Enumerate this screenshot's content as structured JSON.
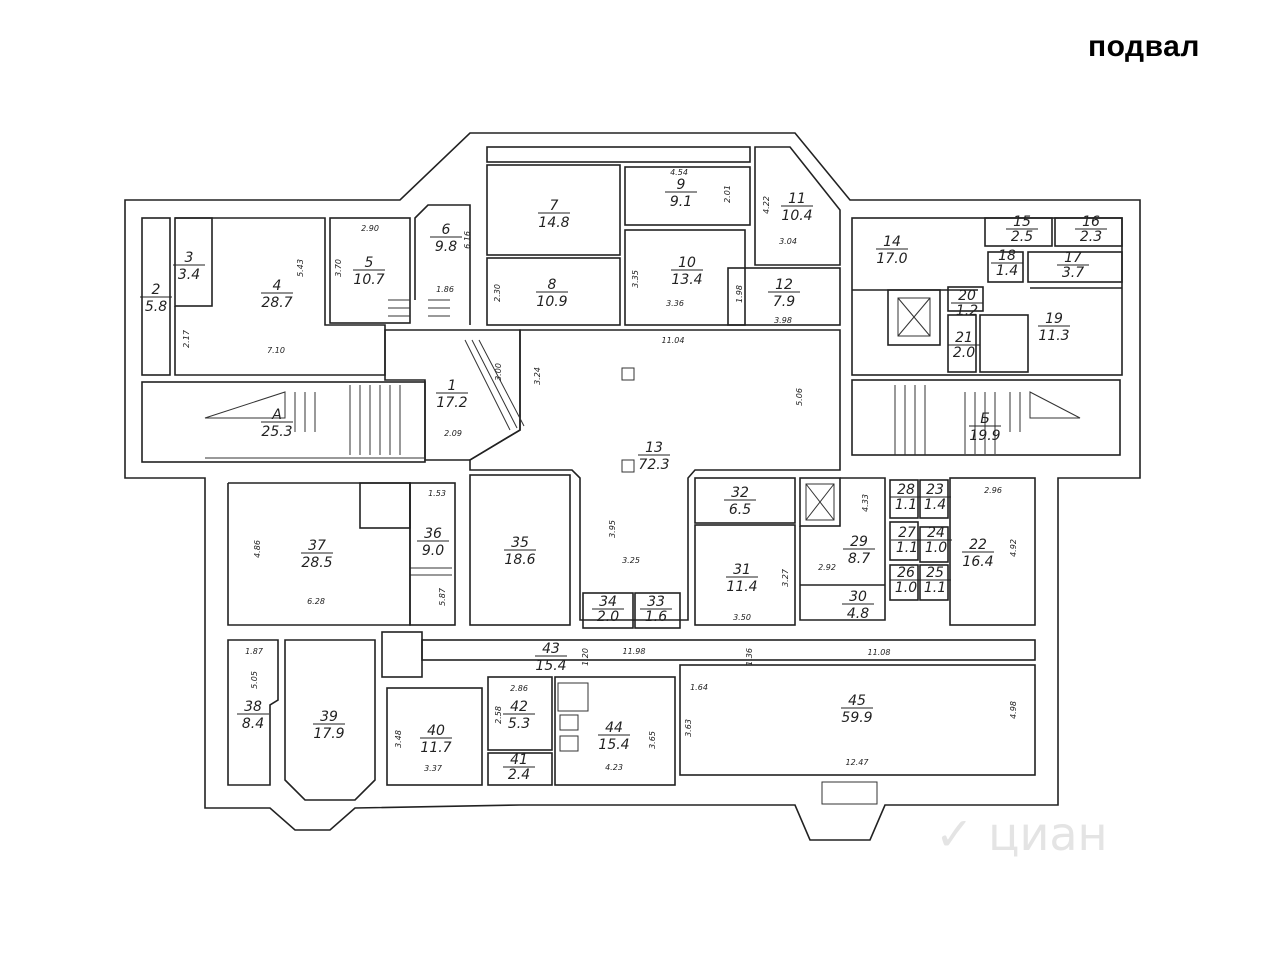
{
  "title": "подвал",
  "watermark": "циан",
  "rooms": [
    {
      "num": "1",
      "area": "17.2"
    },
    {
      "num": "2",
      "area": "5.8"
    },
    {
      "num": "3",
      "area": "3.4"
    },
    {
      "num": "4",
      "area": "28.7"
    },
    {
      "num": "5",
      "area": "10.7"
    },
    {
      "num": "6",
      "area": "9.8"
    },
    {
      "num": "7",
      "area": "14.8"
    },
    {
      "num": "8",
      "area": "10.9"
    },
    {
      "num": "9",
      "area": "9.1"
    },
    {
      "num": "10",
      "area": "13.4"
    },
    {
      "num": "11",
      "area": "10.4"
    },
    {
      "num": "12",
      "area": "7.9"
    },
    {
      "num": "13",
      "area": "72.3"
    },
    {
      "num": "14",
      "area": "17.0"
    },
    {
      "num": "15",
      "area": "2.5"
    },
    {
      "num": "16",
      "area": "2.3"
    },
    {
      "num": "17",
      "area": "3.7"
    },
    {
      "num": "18",
      "area": "1.4"
    },
    {
      "num": "19",
      "area": "11.3"
    },
    {
      "num": "20",
      "area": "1.2"
    },
    {
      "num": "21",
      "area": "2.0"
    },
    {
      "num": "А",
      "area": "25.3"
    },
    {
      "num": "Б",
      "area": "19.9"
    },
    {
      "num": "22",
      "area": "16.4"
    },
    {
      "num": "23",
      "area": "1.4"
    },
    {
      "num": "24",
      "area": "1.0"
    },
    {
      "num": "25",
      "area": "1.1"
    },
    {
      "num": "26",
      "area": "1.0"
    },
    {
      "num": "27",
      "area": "1.1"
    },
    {
      "num": "28",
      "area": "1.1"
    },
    {
      "num": "29",
      "area": "8.7"
    },
    {
      "num": "30",
      "area": "4.8"
    },
    {
      "num": "31",
      "area": "11.4"
    },
    {
      "num": "32",
      "area": "6.5"
    },
    {
      "num": "33",
      "area": "1.6"
    },
    {
      "num": "34",
      "area": "2.0"
    },
    {
      "num": "35",
      "area": "18.6"
    },
    {
      "num": "36",
      "area": "9.0"
    },
    {
      "num": "37",
      "area": "28.5"
    },
    {
      "num": "38",
      "area": "8.4"
    },
    {
      "num": "39",
      "area": "17.9"
    },
    {
      "num": "40",
      "area": "11.7"
    },
    {
      "num": "41",
      "area": "2.4"
    },
    {
      "num": "42",
      "area": "5.3"
    },
    {
      "num": "43",
      "area": "15.4"
    },
    {
      "num": "44",
      "area": "15.4"
    },
    {
      "num": "45",
      "area": "59.9"
    }
  ],
  "dimensions": [
    "2.90",
    "5.43",
    "3.70",
    "6.16",
    "1.86",
    "2.17",
    "7.10",
    "2.30",
    "3.00",
    "3.24",
    "2.09",
    "4.54",
    "2.01",
    "4.22",
    "3.04",
    "3.35",
    "3.36",
    "1.98",
    "3.98",
    "11.04",
    "5.06",
    "1.53",
    "5.87",
    "4.86",
    "6.28",
    "3.95",
    "3.25",
    "1.20",
    "11.98",
    "1.87",
    "5.05",
    "3.48",
    "3.37",
    "2.86",
    "2.58",
    "3.65",
    "4.23",
    "3.63",
    "1.64",
    "1.36",
    "11.08",
    "12.47",
    "4.98",
    "3.50",
    "3.27",
    "2.92",
    "4.33",
    "4.92",
    "2.96"
  ]
}
